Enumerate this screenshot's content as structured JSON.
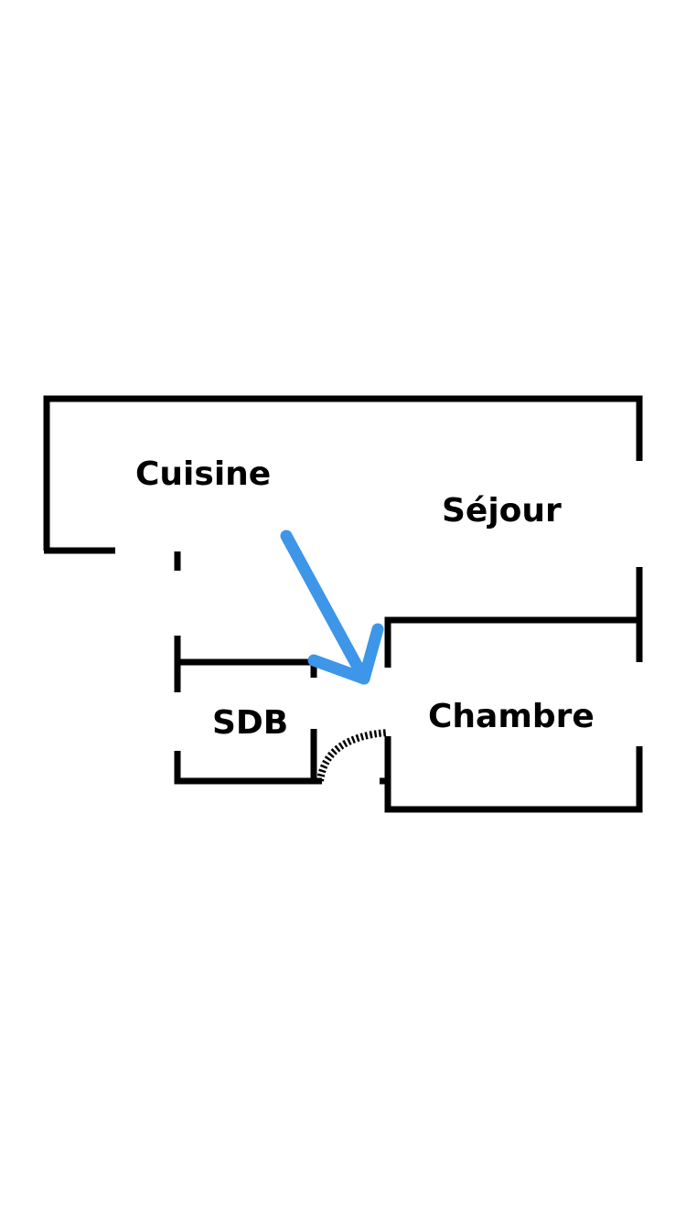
{
  "rooms": {
    "kitchen": "Cuisine",
    "living_room": "Séjour",
    "bathroom": "SDB",
    "bedroom": "Chambre"
  },
  "colors": {
    "walls": "#000000",
    "annotation_arrow": "#3d96e8"
  }
}
